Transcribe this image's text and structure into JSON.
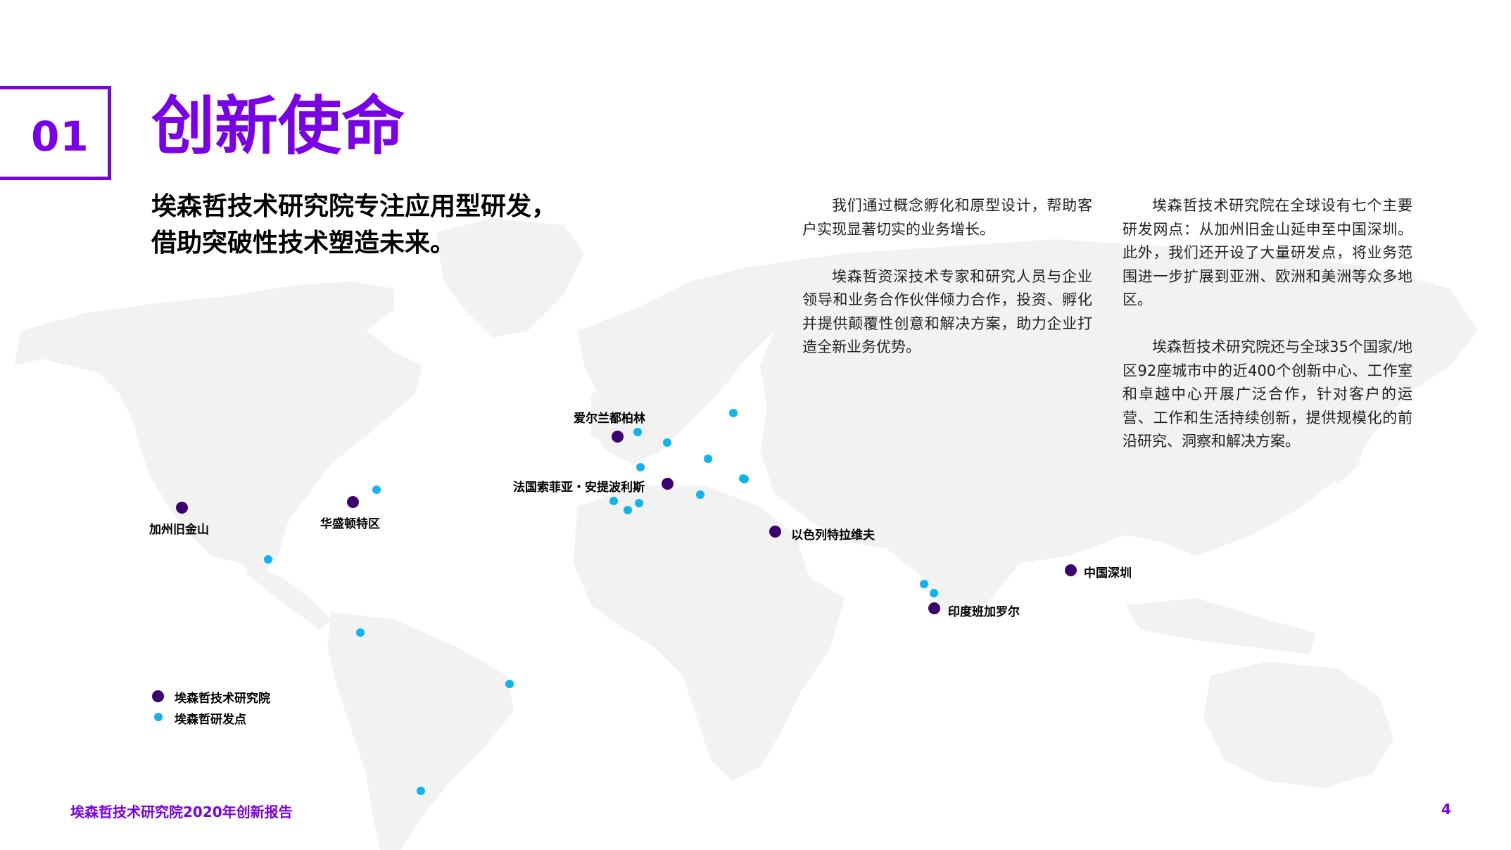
{
  "header": {
    "section_number": "01",
    "title": "创新使命",
    "subtitle_line1": "埃森哲技术研究院专注应用型研发，",
    "subtitle_line2": "借助突破性技术塑造未来。"
  },
  "body_columns": [
    [
      "我们通过概念孵化和原型设计，帮助客户实现显著切实的业务增长。",
      "埃森哲资深技术专家和研究人员与企业领导和业务合作伙伴倾力合作，投资、孵化并提供颠覆性创意和解决方案，助力企业打造全新业务优势。"
    ],
    [
      "埃森哲技术研究院在全球设有七个主要研发网点：从加州旧金山延申至中国深圳。此外，我们还开设了大量研发点，将业务范围进一步扩展到亚洲、欧洲和美洲等众多地区。",
      "埃森哲技术研究院还与全球35个国家/地区92座城市中的近400个创新中心、工作室和卓越中心开展广泛合作，针对客户的运营、工作和生活持续创新，提供规模化的前沿研究、洞察和解决方案。"
    ]
  ],
  "map": {
    "centers": [
      {
        "id": "san-francisco",
        "label": "加州旧金山"
      },
      {
        "id": "washington",
        "label": "华盛顿特区"
      },
      {
        "id": "dublin",
        "label": "爱尔兰都柏林"
      },
      {
        "id": "sophia-antipolis",
        "label": "法国索菲亚・安提波利斯"
      },
      {
        "id": "israel",
        "label": "以色列特拉维夫"
      },
      {
        "id": "bangalore",
        "label": "印度班加罗尔"
      },
      {
        "id": "shenzhen",
        "label": "中国深圳"
      }
    ],
    "colors": {
      "center": "#3d0070",
      "point": "#0eb4f0",
      "land": "#f2f2f2",
      "accent": "#7a00e6"
    }
  },
  "legend": {
    "center_label": "埃森哲技术研究院",
    "point_label": "埃森哲研发点"
  },
  "footer": {
    "report_title": "埃森哲技术研究院2020年创新报告",
    "page_number": "4"
  }
}
